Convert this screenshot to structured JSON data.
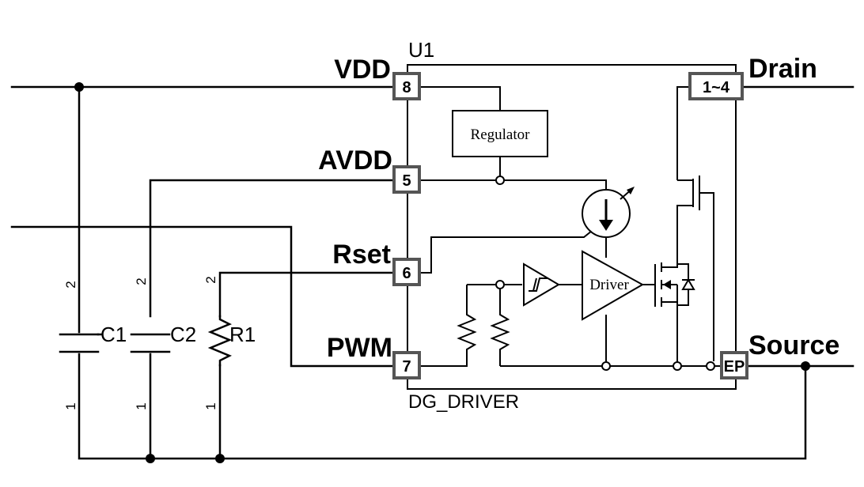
{
  "ic": {
    "ref": "U1",
    "part": "DG_DRIVER",
    "blocks": {
      "regulator": "Regulator",
      "driver": "Driver"
    }
  },
  "nets": {
    "vdd": "VDD",
    "avdd": "AVDD",
    "rset": "Rset",
    "pwm": "PWM",
    "drain": "Drain",
    "source": "Source"
  },
  "pins": {
    "vdd": "8",
    "avdd": "5",
    "rset": "6",
    "pwm": "7",
    "drain": "1~4",
    "source": "EP"
  },
  "components": {
    "c1": {
      "ref": "C1",
      "pin_top": "2",
      "pin_bottom": "1"
    },
    "c2": {
      "ref": "C2",
      "pin_top": "2",
      "pin_bottom": "1"
    },
    "r1": {
      "ref": "R1",
      "pin_top": "2",
      "pin_bottom": "1"
    }
  }
}
